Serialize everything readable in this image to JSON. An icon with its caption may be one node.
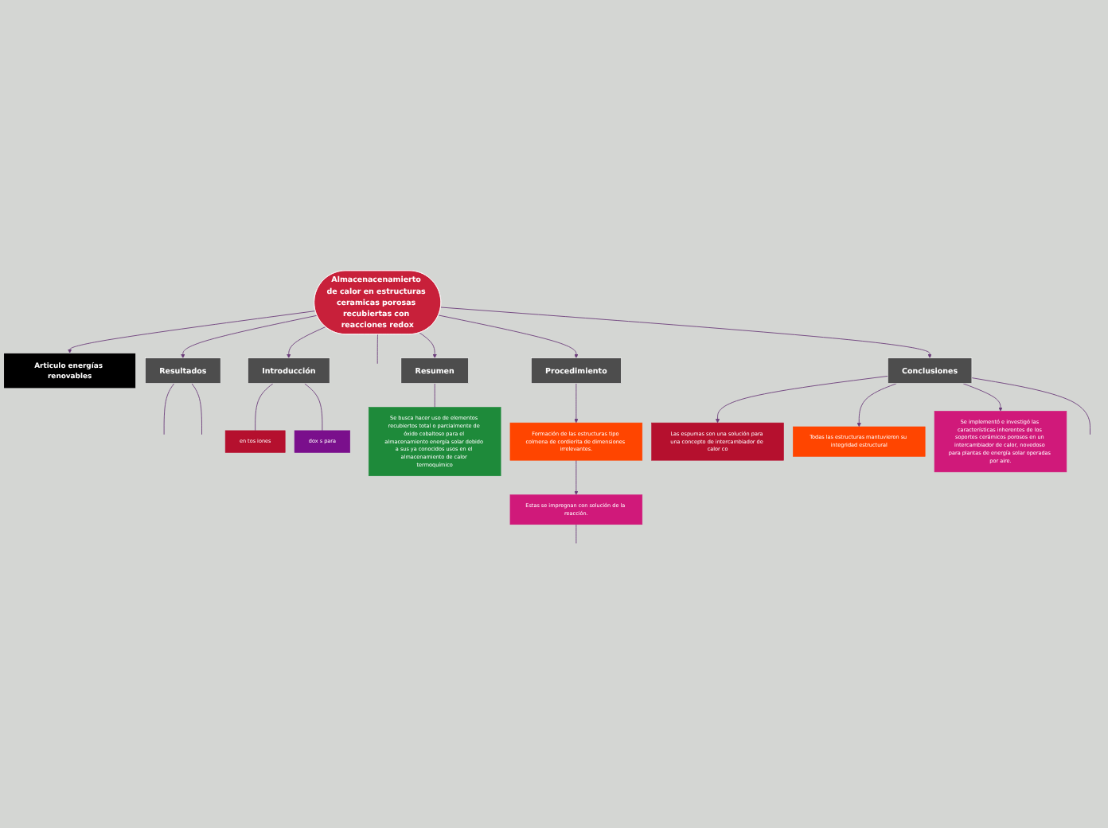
{
  "diagram": {
    "nodes": [
      {
        "text": [
          "Articulo energías renovables"
        ]
      },
      {
        "text": [
          "Resultados"
        ]
      },
      {
        "text": [
          "en tos iones"
        ]
      },
      {
        "text": [
          "Introducción"
        ]
      },
      {
        "text": [
          "dox s para"
        ]
      },
      {
        "text": [
          "Almacenacenamierto de calor en estructuras ceramicas porosas recubiertas con reacciones redox"
        ]
      },
      {
        "text": [
          "Resumen"
        ]
      },
      {
        "text": [
          "Se busca hacer uso de elementos recubiertos total o parcialmente de óxido cobaltoso para el almacenamiento energía solar debido a sus ya conocidos usos en el almacenamiento de calor termoquímico"
        ]
      },
      {
        "text": [
          "Procedimiento"
        ]
      },
      {
        "text": [
          "Conclusiones"
        ]
      },
      {
        "text": [
          "Las espumas son una solución para una concepto de intercambiador de calor co"
        ]
      },
      {
        "text": [
          "Formación de las estructuras tipo colmena de cordierita de dimensiones irrelevantes."
        ]
      },
      {
        "text": [
          "Todas las estructuras mantuvieron su integridad estructural"
        ]
      },
      {
        "text": [
          "Se implementó e investigó las características inherentes de los soportes cerámicos porosos en un intercambiador de calor, novedoso para plantas de energía solar operadas por aire."
        ]
      },
      {
        "text": [
          "Estas se impregnan con solución de la reacción."
        ]
      }
    ],
    "edges": [
      {
        "from": 5,
        "to": 0,
        "arrow": "to"
      },
      {
        "from": 5,
        "to": 1,
        "arrow": "to"
      },
      {
        "from": 1,
        "to": null,
        "arrow": "none"
      },
      {
        "from": 1,
        "to": null,
        "arrow": "none"
      },
      {
        "from": 5,
        "to": 3,
        "arrow": "to"
      },
      {
        "from": 3,
        "to": 2,
        "arrow": "none"
      },
      {
        "from": 3,
        "to": 4,
        "arrow": "none"
      },
      {
        "from": 5,
        "to": null,
        "arrow": "none"
      },
      {
        "from": 5,
        "to": 6,
        "arrow": "to"
      },
      {
        "from": 6,
        "to": 7,
        "arrow": "none"
      },
      {
        "from": 5,
        "to": 8,
        "arrow": "to"
      },
      {
        "from": 5,
        "to": 9,
        "arrow": "to"
      },
      {
        "from": 9,
        "to": 10,
        "arrow": "to"
      },
      {
        "from": 8,
        "to": 11,
        "arrow": "to"
      },
      {
        "from": 9,
        "to": 12,
        "arrow": "to"
      },
      {
        "from": 9,
        "to": 13,
        "arrow": "to"
      },
      {
        "from": 11,
        "to": 14,
        "arrow": "to"
      },
      {
        "from": 14,
        "to": null,
        "arrow": "none"
      },
      {
        "from": 9,
        "to": null,
        "arrow": "none"
      }
    ]
  }
}
